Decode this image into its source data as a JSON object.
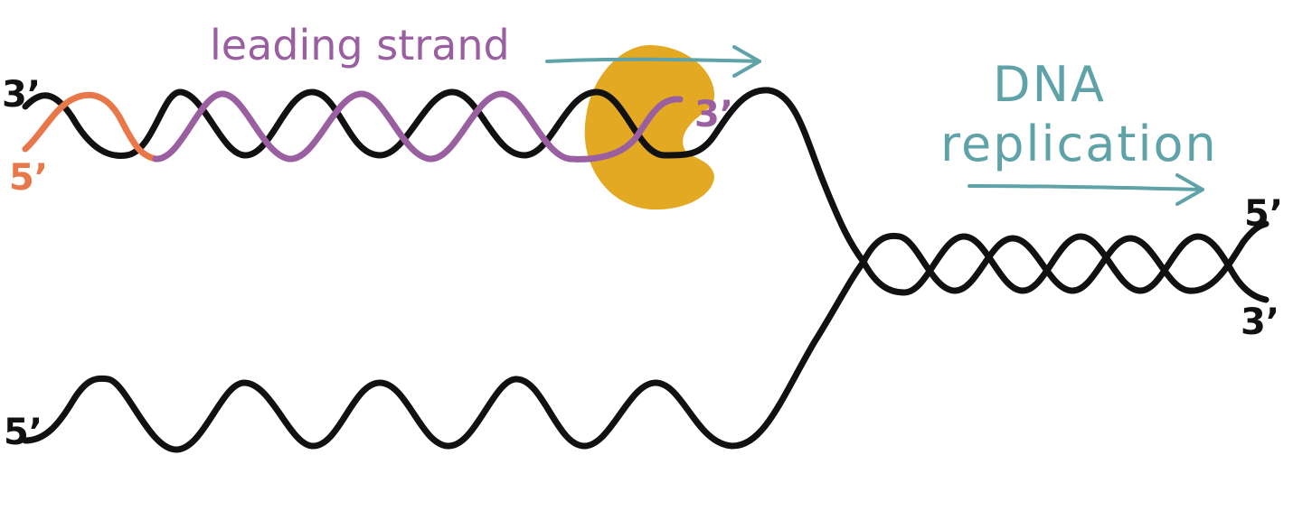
{
  "labels": {
    "leading_strand": "leading strand",
    "dna": "DNA",
    "replication": "replication",
    "top_left_3prime": "3’",
    "top_left_5prime": "5’",
    "new_strand_3prime": "3’",
    "right_top_5prime": "5’",
    "right_bottom_3prime": "3’",
    "bottom_left_5prime": "5’"
  },
  "colors": {
    "template_strand": "#111111",
    "primer": "#e8774a",
    "leading_strand": "#9a5fa0",
    "polymerase": "#e3a923",
    "annotation": "#5fa2a8"
  }
}
